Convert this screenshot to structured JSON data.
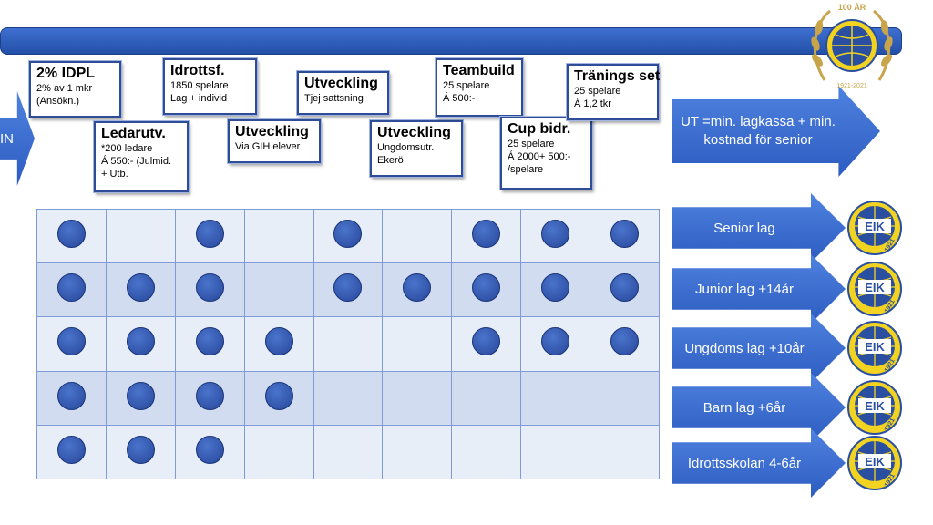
{
  "header": {
    "in_label": "IN",
    "ut_label": "UT =min. lagkassa + min. kostnad för senior",
    "logo_top_text": "100 ÅR",
    "logo_bottom_text": "1921-2021"
  },
  "boxes": [
    {
      "title": "2% IDPL",
      "lines": [
        "2% av 1 mkr",
        "(Ansökn.)"
      ]
    },
    {
      "title": "Ledarutv.",
      "lines": [
        "*200 ledare",
        "Á 550:- (Julmid.",
        "+ Utb."
      ]
    },
    {
      "title": "Idrottsf.",
      "lines": [
        "1850 spelare",
        "Lag + individ"
      ]
    },
    {
      "title": "Utveckling",
      "lines": [
        "Via GIH elever"
      ]
    },
    {
      "title": "Utveckling",
      "lines": [
        "Tjej sattsning"
      ]
    },
    {
      "title": "Utveckling",
      "lines": [
        "Ungdomsutr.",
        "Ekerö"
      ]
    },
    {
      "title": "Teambuild",
      "lines": [
        "25 spelare",
        "Á 500:-"
      ]
    },
    {
      "title": "Cup bidr.",
      "lines": [
        "25 spelare",
        "Á 2000+ 500:-",
        "/spelare"
      ]
    },
    {
      "title": "Tränings set",
      "lines": [
        "25 spelare",
        "Á 1,2 tkr"
      ]
    }
  ],
  "teams": [
    {
      "label": "Senior lag",
      "logo": "EIK",
      "year": "1921"
    },
    {
      "label": "Junior lag +14år",
      "logo": "EIK",
      "year": "1921"
    },
    {
      "label": "Ungdoms lag +10år",
      "logo": "EIK",
      "year": "1921"
    },
    {
      "label": "Barn lag +6år",
      "logo": "EIK",
      "year": "1921"
    },
    {
      "label": "Idrottsskolan 4-6år",
      "logo": "EIK",
      "year": "1921"
    }
  ],
  "matrix": [
    [
      1,
      0,
      1,
      0,
      1,
      0,
      1,
      1,
      1
    ],
    [
      1,
      1,
      1,
      0,
      1,
      1,
      1,
      1,
      1
    ],
    [
      1,
      1,
      1,
      1,
      0,
      0,
      1,
      1,
      1
    ],
    [
      1,
      1,
      1,
      1,
      0,
      0,
      0,
      0,
      0
    ],
    [
      1,
      1,
      1,
      0,
      0,
      0,
      0,
      0,
      0
    ]
  ],
  "colors": {
    "accent_blue": "#2c5cc0",
    "dot_blue": "#2f52a8",
    "logo_yellow": "#f2d321",
    "laurel_gold": "#c8a44a"
  }
}
